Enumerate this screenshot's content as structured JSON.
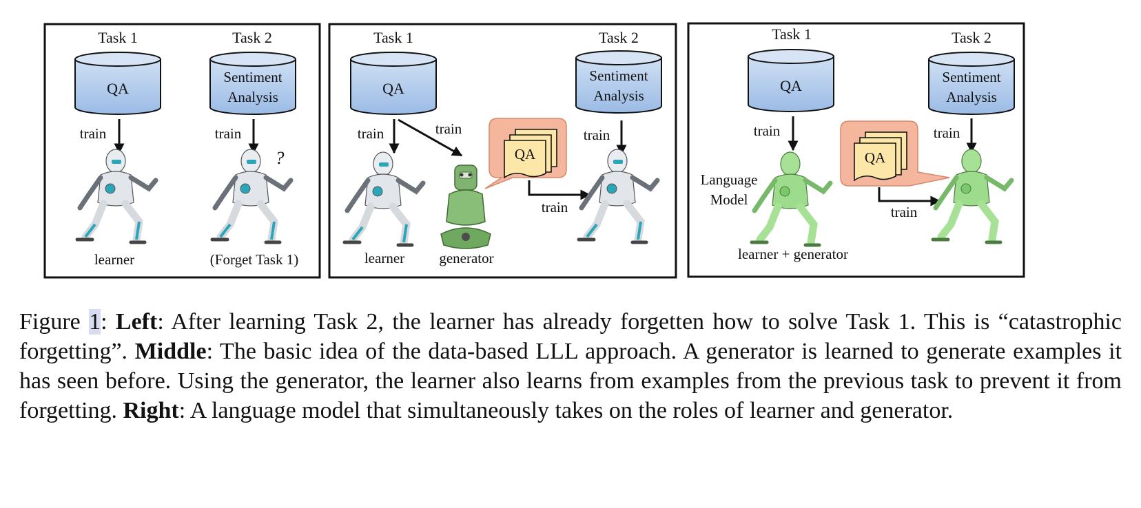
{
  "panels": [
    {
      "id": "left",
      "task1": {
        "heading": "Task 1",
        "db": [
          "QA"
        ],
        "arrow": "train",
        "agent": "learner"
      },
      "task2": {
        "heading": "Task 2",
        "db": [
          "Sentiment",
          "Analysis"
        ],
        "arrow": "train",
        "mark": "?",
        "agent": "(Forget Task 1)"
      }
    },
    {
      "id": "middle",
      "task1": {
        "heading": "Task 1",
        "db": [
          "QA"
        ],
        "arrow_learner": "train",
        "arrow_generator": "train",
        "learner": "learner",
        "generator": "generator"
      },
      "bubble": "QA",
      "bubble_arrow": "train",
      "task2": {
        "heading": "Task 2",
        "db": [
          "Sentiment",
          "Analysis"
        ],
        "arrow": "train"
      }
    },
    {
      "id": "right",
      "task1": {
        "heading": "Task 1",
        "db": [
          "QA"
        ],
        "arrow": "train",
        "side_label": [
          "Language",
          "Model"
        ],
        "agent": "learner + generator"
      },
      "bubble": "QA",
      "bubble_arrow": "train",
      "task2": {
        "heading": "Task 2",
        "db": [
          "Sentiment",
          "Analysis"
        ],
        "arrow": "train"
      }
    }
  ],
  "caption": {
    "figure_word": "Figure ",
    "figure_num": "1",
    "colon": ":",
    "left_label": "Left",
    "left_text": ": After learning Task 2, the learner has already forgetten how to solve Task 1. This is “catastrophic forgetting”. ",
    "middle_label": "Middle",
    "middle_text": ": The basic idea of the data-based LLL approach. A generator is learned to generate examples it has seen before.  Using the generator, the learner also learns from examples from the previous task to prevent it from forgetting. ",
    "right_label": "Right",
    "right_text": ": A language model that simultaneously takes on the roles of learner and generator."
  },
  "colors": {
    "db_fill_top": "#c9dbf1",
    "db_fill_bottom": "#9dbde6",
    "robot_white": "#e6e9ee",
    "robot_cyan": "#2aa6b8",
    "robot_green": "#9fe08f",
    "bubble_fill": "#f3b59c",
    "paper_fill": "#fde7a8"
  }
}
